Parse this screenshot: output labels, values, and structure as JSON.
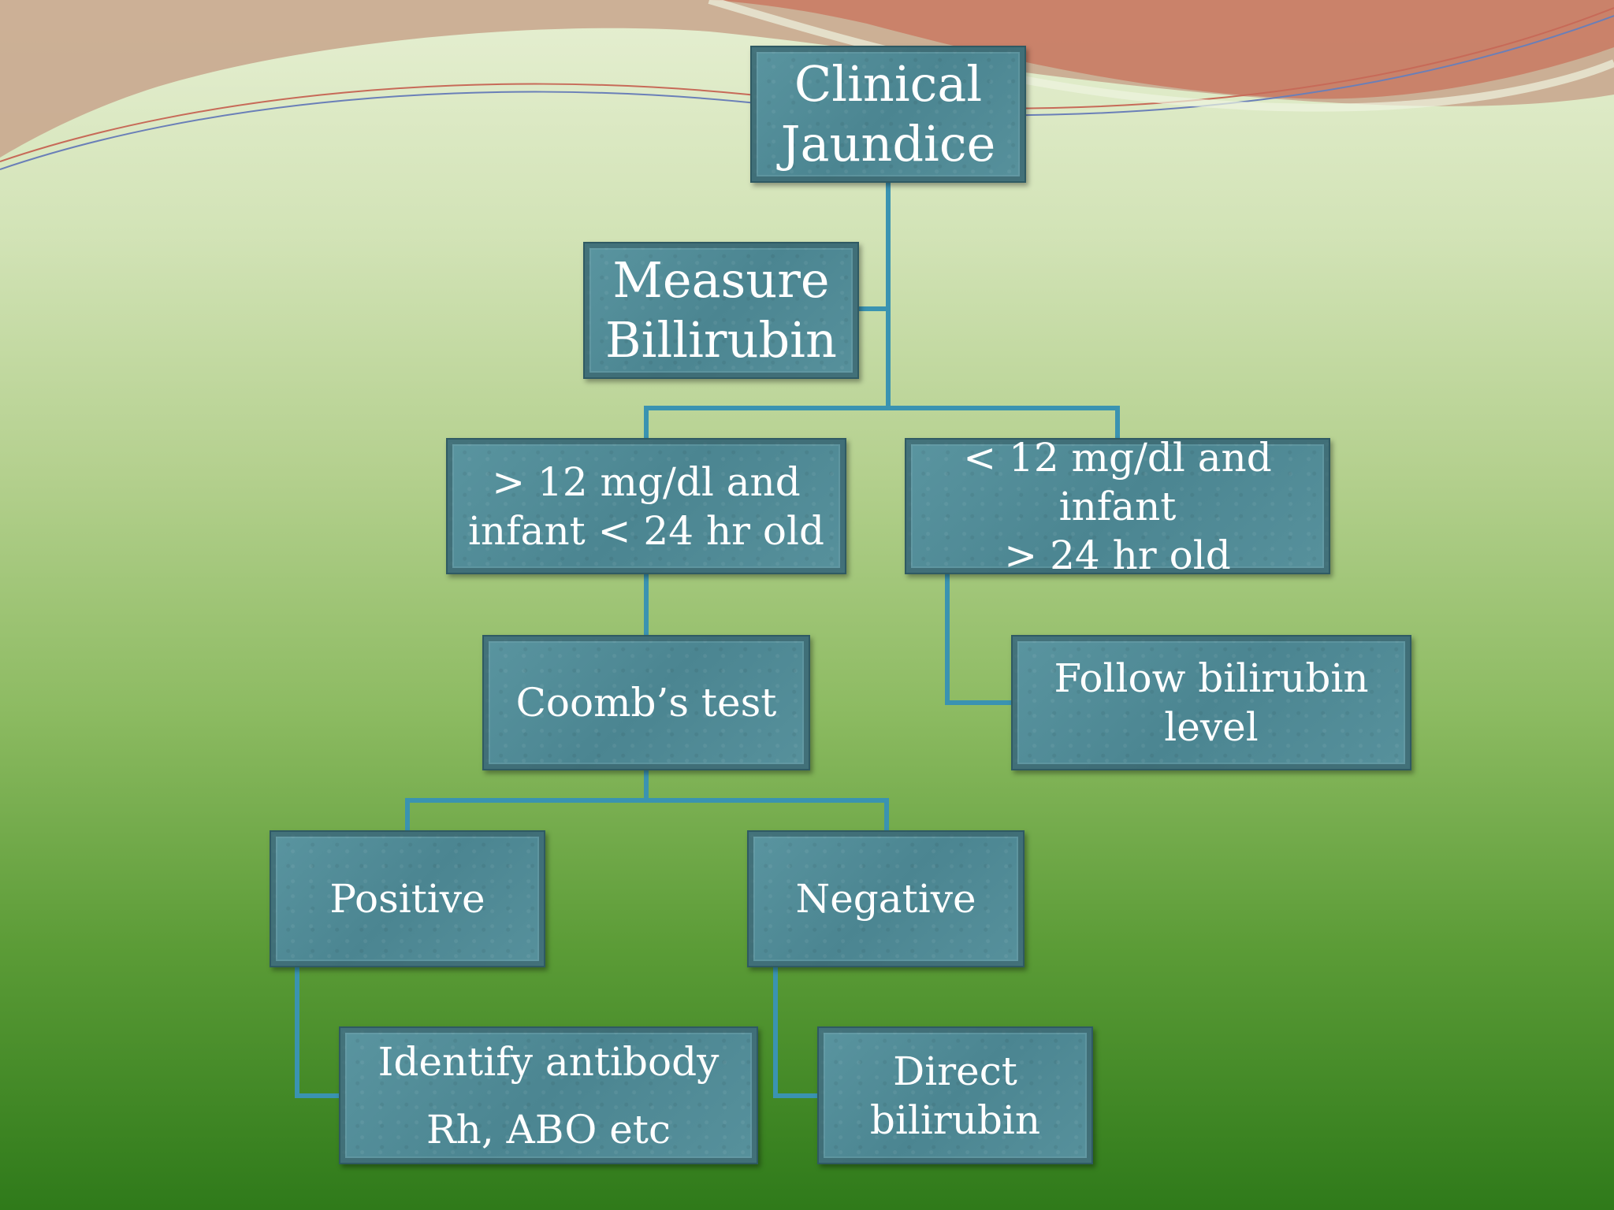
{
  "colors": {
    "node_fill": "#4f8994",
    "connector": "#3a93b1",
    "text": "#ffffff"
  },
  "nodes": {
    "clinical_jaundice": "Clinical\nJaundice",
    "measure_bilirubin": "Measure\nBillirubin",
    "high_bilirubin": "> 12 mg/dl and\ninfant < 24 hr old",
    "low_bilirubin": "< 12 mg/dl and infant\n> 24 hr old",
    "coombs_test": "Coomb’s test",
    "follow_bilirubin": "Follow bilirubin\nlevel",
    "positive": "Positive",
    "negative": "Negative",
    "identify_antibody": "Identify antibody\nRh, ABO etc",
    "direct_bilirubin": "Direct\nbilirubin"
  }
}
